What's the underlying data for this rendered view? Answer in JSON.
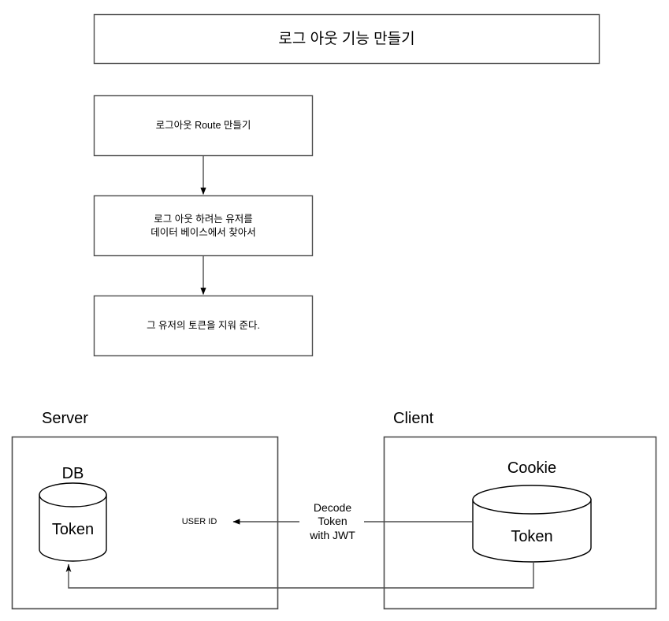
{
  "diagram": {
    "title_box": {
      "label": "로그 아웃 기능 만들기"
    },
    "flow_steps": [
      {
        "label": "로그아웃 Route 만들기"
      },
      {
        "label": "로그 아웃 하려는 유저를\n데이터 베이스에서 찾아서"
      },
      {
        "label": "그 유저의 토큰을 지워 준다."
      }
    ],
    "connectors": {
      "step1_to_step2": "arrow-down",
      "step2_to_step3": "arrow-down"
    },
    "architecture": {
      "server": {
        "label": "Server",
        "store": {
          "caption": "DB",
          "label": "Token",
          "shape": "cylinder"
        }
      },
      "client": {
        "label": "Client",
        "store": {
          "caption": "Cookie",
          "label": "Token",
          "shape": "cylinder"
        }
      },
      "edges": [
        {
          "name": "decode-token-edge",
          "label": "Decode\nToken\nwith JWT",
          "target_label": "USER ID",
          "direction": "client-to-server"
        },
        {
          "name": "token-write-edge",
          "label": "",
          "direction": "client-cookie-to-server-db"
        }
      ]
    }
  },
  "colors": {
    "stroke": "#4d4d4d",
    "shape_stroke": "#000000",
    "text": "#000000",
    "background": "#ffffff"
  }
}
